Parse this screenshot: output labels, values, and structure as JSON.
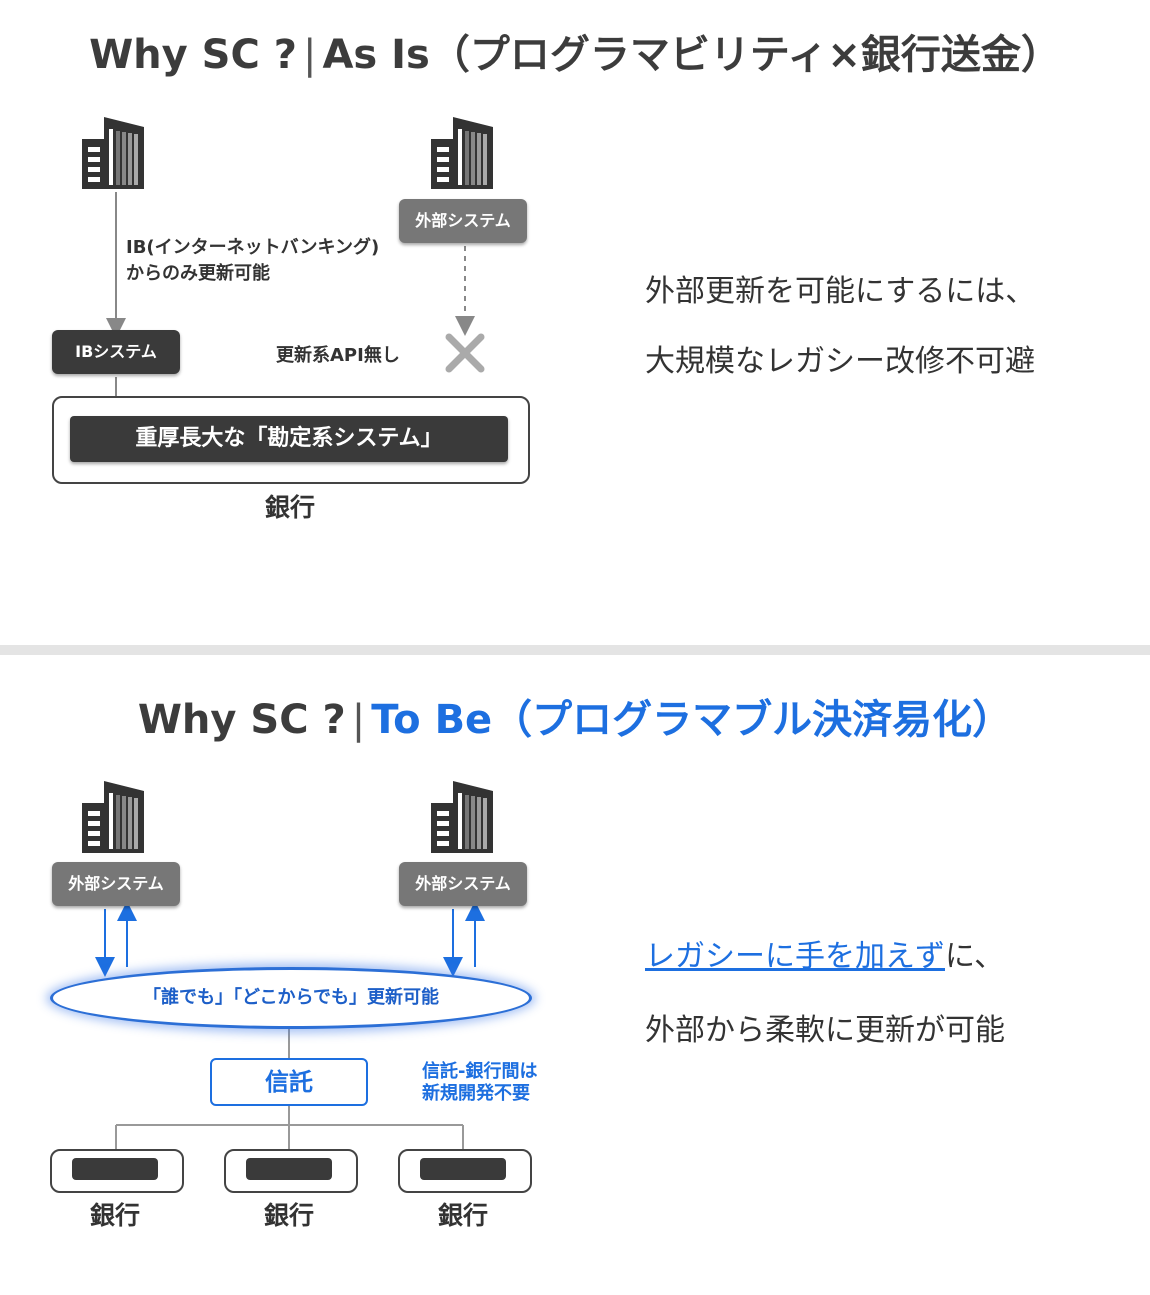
{
  "slide1": {
    "title_prefix": "Why SC ?",
    "title_separator": "|",
    "title_main": "As Is（プログラマビリティ×銀行送金）",
    "ib_note_line1": "IB(インターネットバンキング)",
    "ib_note_line2": "からのみ更新可能",
    "external_system": "外部システム",
    "ib_system": "IBシステム",
    "no_api": "更新系API無し",
    "core_system": "重厚長大な「勘定系システム」",
    "bank": "銀行",
    "message_line1": "外部更新を可能にするには、",
    "message_line2": "大規模なレガシー改修不可避"
  },
  "slide2": {
    "title_prefix": "Why SC ?",
    "title_separator": "|",
    "title_main": "To Be（プログラマブル決済易化）",
    "external_left": "外部システム",
    "external_right": "外部システム",
    "anyone_anywhere": "「誰でも」「どこからでも」更新可能",
    "trust": "信託",
    "trust_note_line1": "信託-銀行間は",
    "trust_note_line2": "新規開発不要",
    "banks": [
      "銀行",
      "銀行",
      "銀行"
    ],
    "message_line1_highlight": "レガシーに手を加えず",
    "message_line1_rest": "に、",
    "message_line2": "外部から柔軟に更新が可能"
  },
  "colors": {
    "accent": "#1d6fe0",
    "pill_gray": "#777777",
    "pill_dark": "#3a3a3a"
  }
}
